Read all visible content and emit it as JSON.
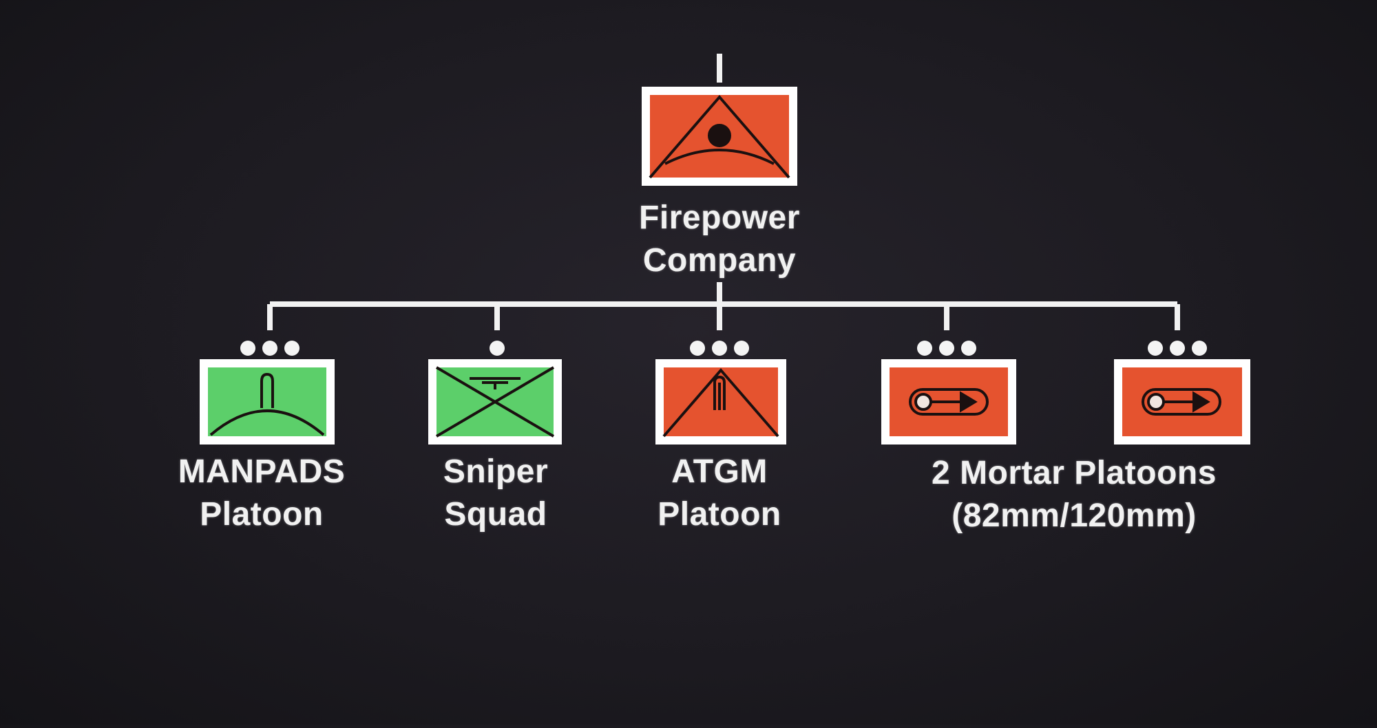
{
  "colors": {
    "background": "#1d1b21",
    "line": "#f2f2f2",
    "hostile_fill": "#e5532f",
    "friendly_fill": "#5ccf6a",
    "symbol_stroke": "#1a1010"
  },
  "hq": {
    "name_line1": "Firepower",
    "name_line2": "Company",
    "affiliation": "hostile",
    "icon": "antitank-weapon-icon"
  },
  "units": [
    {
      "id": "manpads",
      "line1": "MANPADS",
      "line2": "Platoon",
      "affiliation": "friendly",
      "echelon_dots": 3,
      "icon": "air-defense-missile-icon"
    },
    {
      "id": "sniper",
      "line1": "Sniper",
      "line2": "Squad",
      "affiliation": "friendly",
      "echelon_dots": 1,
      "icon": "infantry-sniper-icon"
    },
    {
      "id": "atgm",
      "line1": "ATGM",
      "line2": "Platoon",
      "affiliation": "hostile",
      "echelon_dots": 3,
      "icon": "antitank-missile-icon"
    },
    {
      "id": "mortar-a",
      "affiliation": "hostile",
      "echelon_dots": 3,
      "icon": "mortar-icon"
    },
    {
      "id": "mortar-b",
      "affiliation": "hostile",
      "echelon_dots": 3,
      "icon": "mortar-icon"
    }
  ],
  "mortar_group_label": {
    "line1": "2 Mortar Platoons",
    "line2": "(82mm/120mm)"
  }
}
